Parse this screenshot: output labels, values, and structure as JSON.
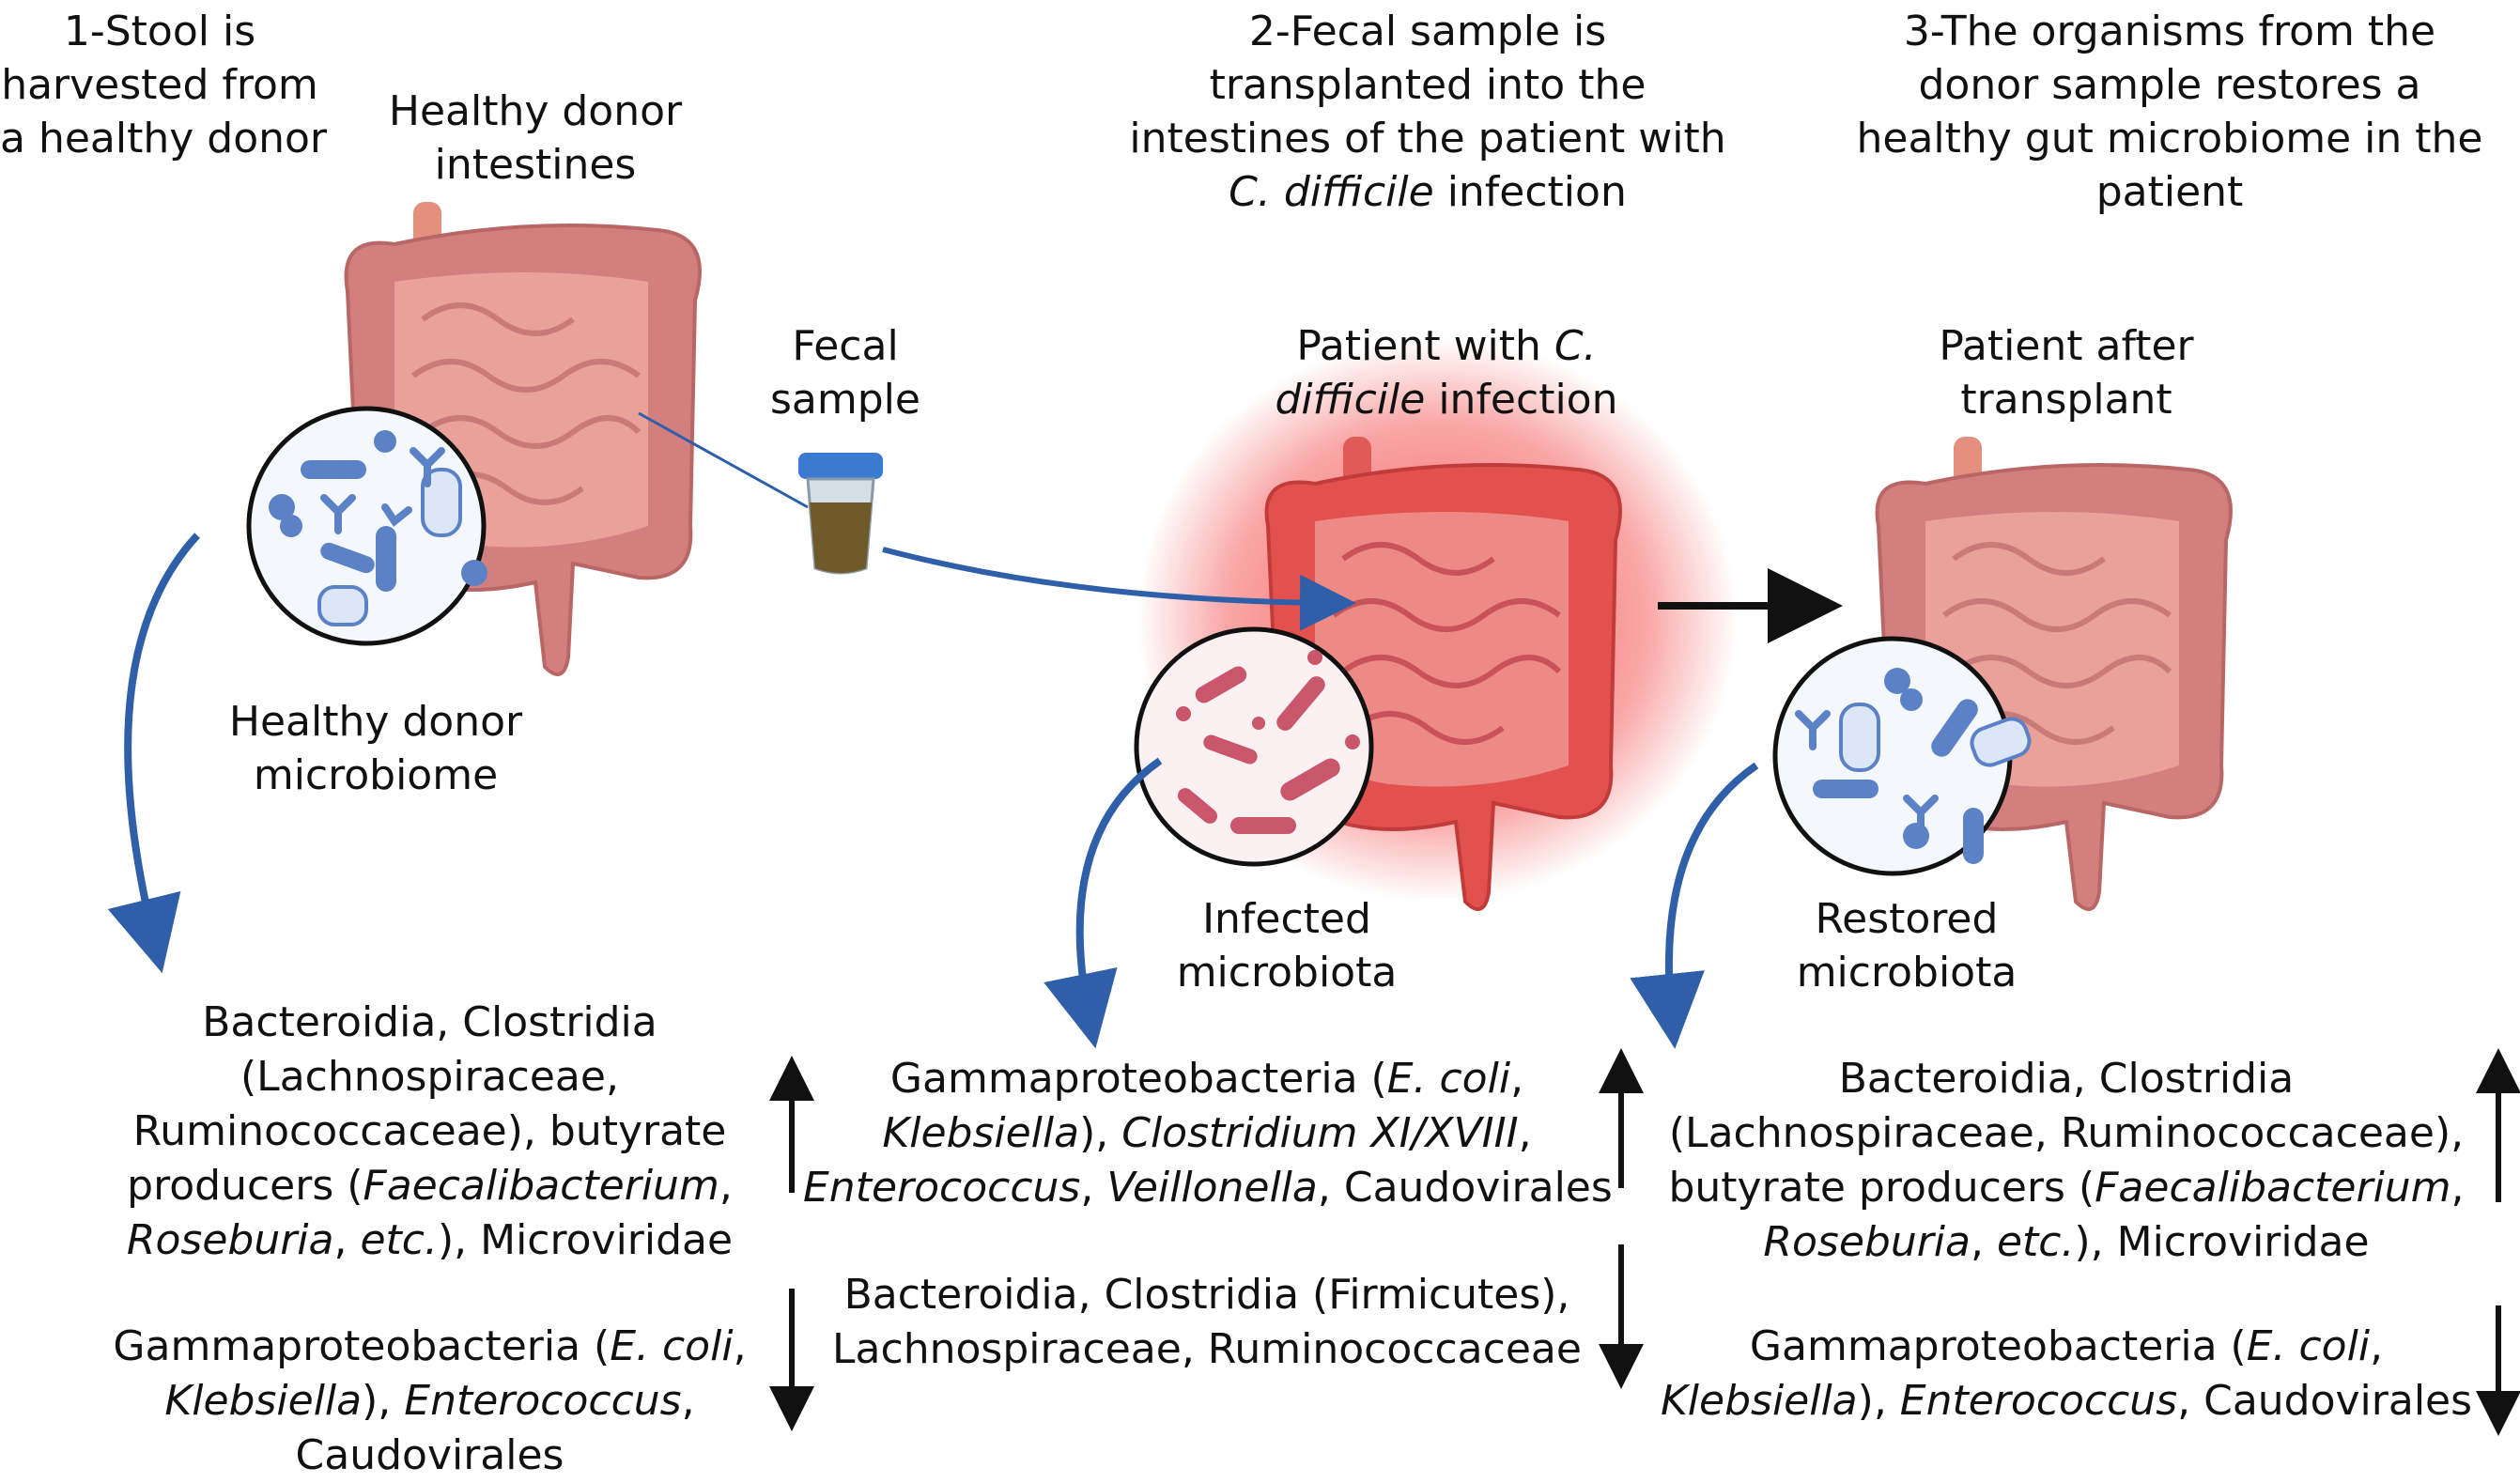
{
  "steps": {
    "step1": [
      "1-Stool is",
      "harvested from",
      "a healthy donor"
    ],
    "step2": [
      "2-Fecal sample is",
      "transplanted into the",
      "intestines of the patient with"
    ],
    "step2_italic": "C. difficile",
    "step2_tail": " infection",
    "step3": [
      "3-The organisms from the",
      "donor sample restores a",
      "healthy gut microbiome in the",
      "patient"
    ]
  },
  "labels": {
    "healthy_intestines": [
      "Healthy donor",
      "intestines"
    ],
    "fecal_sample": [
      "Fecal",
      "sample"
    ],
    "patient_l1a": "Patient with ",
    "patient_l1b": "C.",
    "patient_l2a": "difficile",
    "patient_l2b": " infection",
    "after_transplant": [
      "Patient after",
      "transplant"
    ],
    "healthy_microbiome": [
      "Healthy donor",
      "microbiome"
    ],
    "infected": [
      "Infected",
      "microbiota"
    ],
    "restored": [
      "Restored",
      "microbiota"
    ]
  },
  "lists": {
    "donor_up": {
      "l1": "Bacteroidia, Clostridia",
      "l2": "(Lachnospiraceae,",
      "l3": "Ruminococcaceae), butyrate",
      "l4a": "producers (",
      "l4b": "Faecalibacterium",
      "l4c": ",",
      "l5a": "Roseburia",
      "l5b": ", ",
      "l5c": "etc.",
      "l5d": "), Microviridae"
    },
    "donor_down": {
      "l1a": "Gammaproteobacteria (",
      "l1b": "E. coli",
      "l1c": ",",
      "l2a": "Klebsiella",
      "l2b": "),  ",
      "l2c": "Enterococcus",
      "l2d": ",",
      "l3": "Caudovirales"
    },
    "infected_up": {
      "l1a": "Gammaproteobacteria (",
      "l1b": "E. coli",
      "l1c": ",",
      "l2a": "Klebsiella",
      "l2b": "), ",
      "l2c": "Clostridium XI/XVIII",
      "l2d": ",",
      "l3a": "Enterococcus",
      "l3b": ", ",
      "l3c": "Veillonella",
      "l3d": ", Caudovirales"
    },
    "infected_down": {
      "l1": "Bacteroidia, Clostridia (Firmicutes),",
      "l2": "Lachnospiraceae, Ruminococcaceae"
    },
    "restored_up": {
      "l1": "Bacteroidia, Clostridia",
      "l2": "(Lachnospiraceae, Ruminococcaceae),",
      "l3a": "butyrate producers (",
      "l3b": "Faecalibacterium",
      "l3c": ",",
      "l4a": "Roseburia",
      "l4b": ", ",
      "l4c": "etc.",
      "l4d": "), Microviridae"
    },
    "restored_down": {
      "l1a": "Gammaproteobacteria (",
      "l1b": "E. coli",
      "l1c": ",",
      "l2a": "Klebsiella",
      "l2b": "),  ",
      "l2c": "Enterococcus",
      "l2d": ", Caudovirales"
    }
  },
  "colors": {
    "intestine_outer": "#d47f7f",
    "intestine_inner": "#e9a19a",
    "infected_glow": "#f23b3b",
    "arrow_blue": "#2e5fa8",
    "microbe_blue": "#5b82c7",
    "microbe_red": "#c9566b",
    "jar_lid": "#3a7ad1",
    "jar_fill": "#6e5a2a"
  }
}
